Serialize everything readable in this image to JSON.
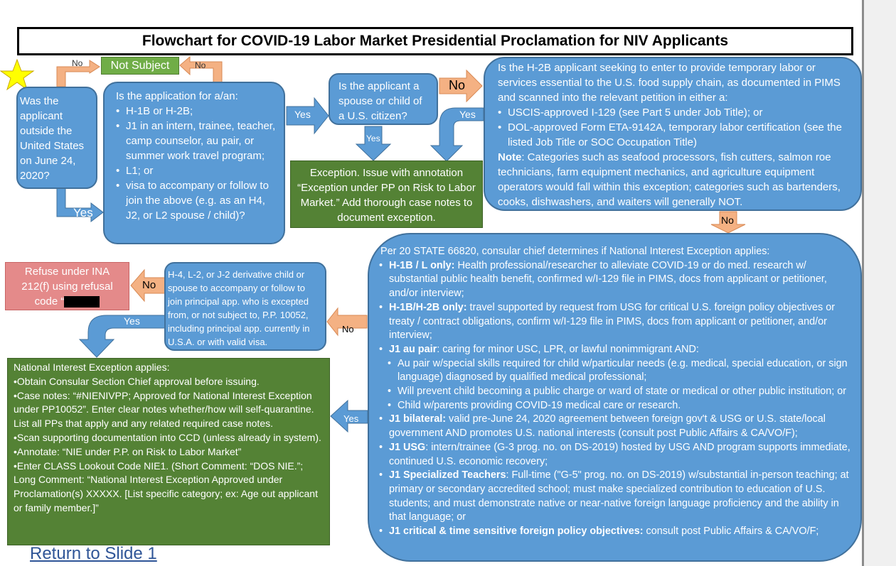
{
  "title": "Flowchart for COVID-19 Labor Market Presidential Proclamation for NIV Applicants",
  "colors": {
    "blue": "#5b9bd5",
    "green": "#548235",
    "orange": "#f4b183",
    "pink": "#e48a8a"
  },
  "labels": {
    "no": "No",
    "yes": "Yes"
  },
  "not_subject": "Not Subject",
  "q1": "Was the applicant outside the United States on June 24, 2020?",
  "q2": {
    "heading": "Is the application for a/an:",
    "items": [
      "H-1B or H-2B;",
      "J1 in an intern, trainee, teacher, camp counselor, au pair, or summer work travel program;",
      "L1; or",
      "visa to accompany or follow to join the above (e.g. as an H4, J2, or L2 spouse / child)?"
    ]
  },
  "q3": "Is the applicant a spouse or child of a U.S. citizen?",
  "exception": "Exception. Issue with annotation “Exception under PP on Risk to Labor Market.” Add thorough case notes to document exception.",
  "q4": {
    "intro": "Is the H-2B applicant seeking to enter to provide temporary labor or services essential to the U.S. food supply chain, as documented in PIMS and scanned into the relevant petition in either a:",
    "items": [
      "USCIS-approved I-129 (see Part 5 under Job Title); or",
      "DOL-approved Form ETA-9142A, temporary labor certification (see the listed Job Title or SOC Occupation Title)"
    ],
    "note_label": "Note",
    "note": ": Categories such as seafood processors, fish cutters, salmon roe technicians, farm equipment mechanics, and agriculture equipment operators would fall within this exception; categories such as bartenders, cooks, dishwashers, and waiters will generally NOT."
  },
  "refuse": {
    "line1": "Refuse under INA",
    "line2": "212(f) using refusal",
    "line3": "code “"
  },
  "q5": "H-4, L-2, or J-2 derivative child or spouse to accompany or follow to join principal app. who is excepted from, or not subject to, P.P. 10052, including principal app. currently in U.S.A. or with valid visa.",
  "nie_box": {
    "heading": "Per 20 STATE 66820, consular chief determines if National Interest Exception applies:",
    "items": [
      {
        "label": "H-1B / L only:",
        "text": " Health professional/researcher to alleviate COVID-19 or do med. research w/ substantial public health benefit, confirmed w/I-129 file in PIMS, docs from applicant or petitioner, and/or interview;"
      },
      {
        "label": "H-1B/H-2B only:",
        "text": " travel supported by request from USG for critical U.S. foreign policy objectives or treaty / contract obligations, confirm w/I-129 file in PIMS, docs from applicant or petitioner, and/or interview;"
      },
      {
        "label": "J1 au pair",
        "text": ": caring for minor USC, LPR, or lawful nonimmigrant AND:"
      }
    ],
    "sub_items": [
      "Au pair w/special skills required for child w/particular needs (e.g. medical, special education, or sign language) diagnosed by qualified medical professional;",
      "Will prevent child becoming a public charge or ward of state or medical or other public institution; or",
      "Child w/parents providing COVID-19 medical care or research."
    ],
    "items2": [
      {
        "label": "J1 bilateral:",
        "text": " valid pre-June 24, 2020 agreement between foreign gov't & USG or U.S. state/local government AND promotes U.S. national interests (consult post Public Affairs & CA/VO/F);"
      },
      {
        "label": "J1 USG",
        "text": ": intern/trainee (G-3 prog. no. on DS-2019) hosted by USG AND program supports immediate, continued U.S. economic recovery;"
      },
      {
        "label": "J1 Specialized Teachers",
        "text": ": Full-time (\"G-5\" prog. no. on DS-2019) w/substantial in-person teaching; at primary or secondary accredited school; must make specialized contribution to education of U.S. students; and must demonstrate native or near-native foreign language proficiency and the ability in that language; or"
      },
      {
        "label": "J1 critical & time sensitive foreign policy objectives:",
        "text": " consult post Public Affairs & CA/VO/F;"
      }
    ]
  },
  "nie_applies": {
    "heading": "National Interest Exception applies:",
    "items": [
      "•Obtain Consular Section Chief approval before issuing.",
      "•Case notes: “#NIENIVPP; Approved for National Interest Exception under PP10052”. Enter clear notes whether/how will self-quarantine. List all PPs that apply and any related required case notes.",
      "•Scan supporting documentation into CCD (unless already in system).",
      "•Annotate: “NIE under P.P. on Risk to Labor Market”",
      "•Enter CLASS Lookout Code NIE1. (Short Comment: “DOS NIE.”; Long Comment: “National Interest Exception Approved under Proclamation(s) XXXXX.  [List specific category; ex: Age out applicant or family member.]”"
    ]
  },
  "return_link": "Return to Slide 1"
}
